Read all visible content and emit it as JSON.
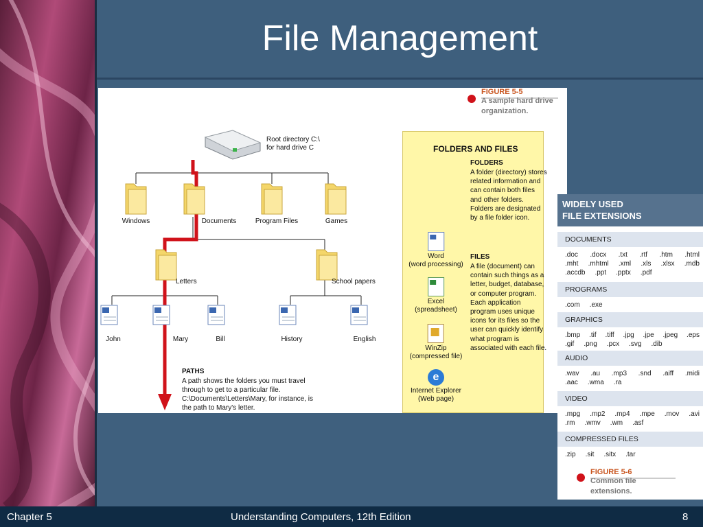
{
  "slide": {
    "title": "File Management"
  },
  "footer": {
    "left": "Chapter 5",
    "center": "Understanding Computers, 12th Edition",
    "right": "8"
  },
  "figure55": {
    "number": "FIGURE 5-5",
    "caption_line1": "A sample hard drive",
    "caption_line2": "organization.",
    "root_line1": "Root directory C:\\",
    "root_line2": "for hard drive C",
    "folders_top": [
      "Windows",
      "Documents",
      "Program Files",
      "Games"
    ],
    "folders_mid": [
      "Letters",
      "School papers"
    ],
    "files": [
      "John",
      "Mary",
      "Bill",
      "History",
      "English"
    ],
    "paths_title": "PATHS",
    "paths_text": "A path shows the folders you must travel through to get to a particular file. C:\\Documents\\Letters\\Mary, for instance, is the path to Mary's letter.",
    "panel": {
      "heading": "FOLDERS AND FILES",
      "folders_title": "FOLDERS",
      "folders_text": "A folder (directory) stores related information and can contain both files and other folders. Folders are designated by a file folder icon.",
      "files_title": "FILES",
      "files_text": "A file (document) can contain such things as a letter, budget, database, or computer program. Each application program uses unique icons for its files so the user can quickly identify what program is associated with each file.",
      "icons": [
        {
          "name": "Word",
          "desc": "(word processing)"
        },
        {
          "name": "Excel",
          "desc": "(spreadsheet)"
        },
        {
          "name": "WinZip",
          "desc": "(compressed file)"
        },
        {
          "name": "Internet Explorer",
          "desc": "(Web page)"
        }
      ]
    }
  },
  "figure56": {
    "heading_line1": "WIDELY USED",
    "heading_line2": "FILE EXTENSIONS",
    "number": "FIGURE 5-6",
    "caption_line1": "Common file",
    "caption_line2": "extensions.",
    "categories": [
      {
        "name": "DOCUMENTS",
        "rows": [
          [
            ".doc",
            ".docx",
            ".txt",
            ".rtf",
            ".htm",
            ".html"
          ],
          [
            ".mht",
            ".mhtml",
            ".xml",
            ".xls",
            ".xlsx",
            ".mdb"
          ],
          [
            ".accdb",
            ".ppt",
            ".pptx",
            ".pdf"
          ]
        ]
      },
      {
        "name": "PROGRAMS",
        "rows": [
          [
            ".com",
            ".exe"
          ]
        ]
      },
      {
        "name": "GRAPHICS",
        "rows": [
          [
            ".bmp",
            ".tif",
            ".tiff",
            ".jpg",
            ".jpe",
            ".jpeg",
            ".eps"
          ],
          [
            ".gif",
            ".png",
            ".pcx",
            ".svg",
            ".dib"
          ]
        ]
      },
      {
        "name": "AUDIO",
        "rows": [
          [
            ".wav",
            ".au",
            ".mp3",
            ".snd",
            ".aiff",
            ".midi"
          ],
          [
            ".aac",
            ".wma",
            ".ra"
          ]
        ]
      },
      {
        "name": "VIDEO",
        "rows": [
          [
            ".mpg",
            ".mp2",
            ".mp4",
            ".mpe",
            ".mov",
            ".avi"
          ],
          [
            ".rm",
            ".wmv",
            ".wm",
            ".asf"
          ]
        ]
      },
      {
        "name": "COMPRESSED FILES",
        "rows": [
          [
            ".zip",
            ".sit",
            ".sitx",
            ".tar"
          ]
        ]
      }
    ]
  },
  "colors": {
    "background": "#3f607e",
    "path": "#d0121a",
    "panel": "#fff7a8",
    "accent": "#c8531c"
  }
}
